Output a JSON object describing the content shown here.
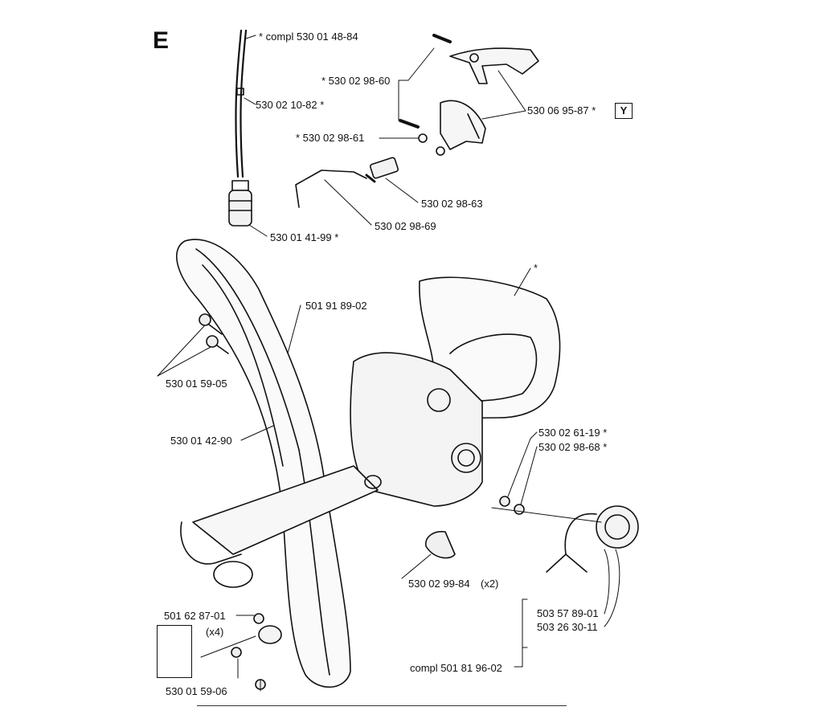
{
  "section_letter": "E",
  "y_marker": "Y",
  "labels": {
    "l1": "*  compl 530 01 48-84",
    "l2": "*  530 02 98-60",
    "l3": "530 02 10-82  *",
    "l4": "530 06 95-87  *",
    "l5": "*  530 02 98-61",
    "l6": "530 02 98-63",
    "l7": "530 02 98-69",
    "l8": "530 01 41-99  *",
    "l9": "*",
    "l10": "501 91 89-02",
    "l11": "530 01 59-05",
    "l12": "530 01 42-90",
    "l13": "530 02 61-19  *",
    "l14": "530 02 98-68  *",
    "l15": "530 02 99-84",
    "l16": "(x2)",
    "l17": "501 62 87-01",
    "l18": "(x4)",
    "l19": "503 57 89-01",
    "l20": "503 26 30-11",
    "l21": "compl 501 81 96-02",
    "l22": "530 01 59-06"
  }
}
